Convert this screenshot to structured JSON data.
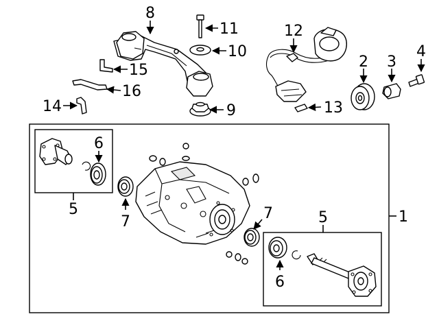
{
  "callouts": {
    "c1": "1",
    "c2": "2",
    "c3": "3",
    "c4": "4",
    "c5a": "5",
    "c5b": "5",
    "c6a": "6",
    "c6b": "6",
    "c7a": "7",
    "c7b": "7",
    "c8": "8",
    "c9": "9",
    "c10": "10",
    "c11": "11",
    "c12": "12",
    "c13": "13",
    "c14": "14",
    "c15": "15",
    "c16": "16"
  }
}
